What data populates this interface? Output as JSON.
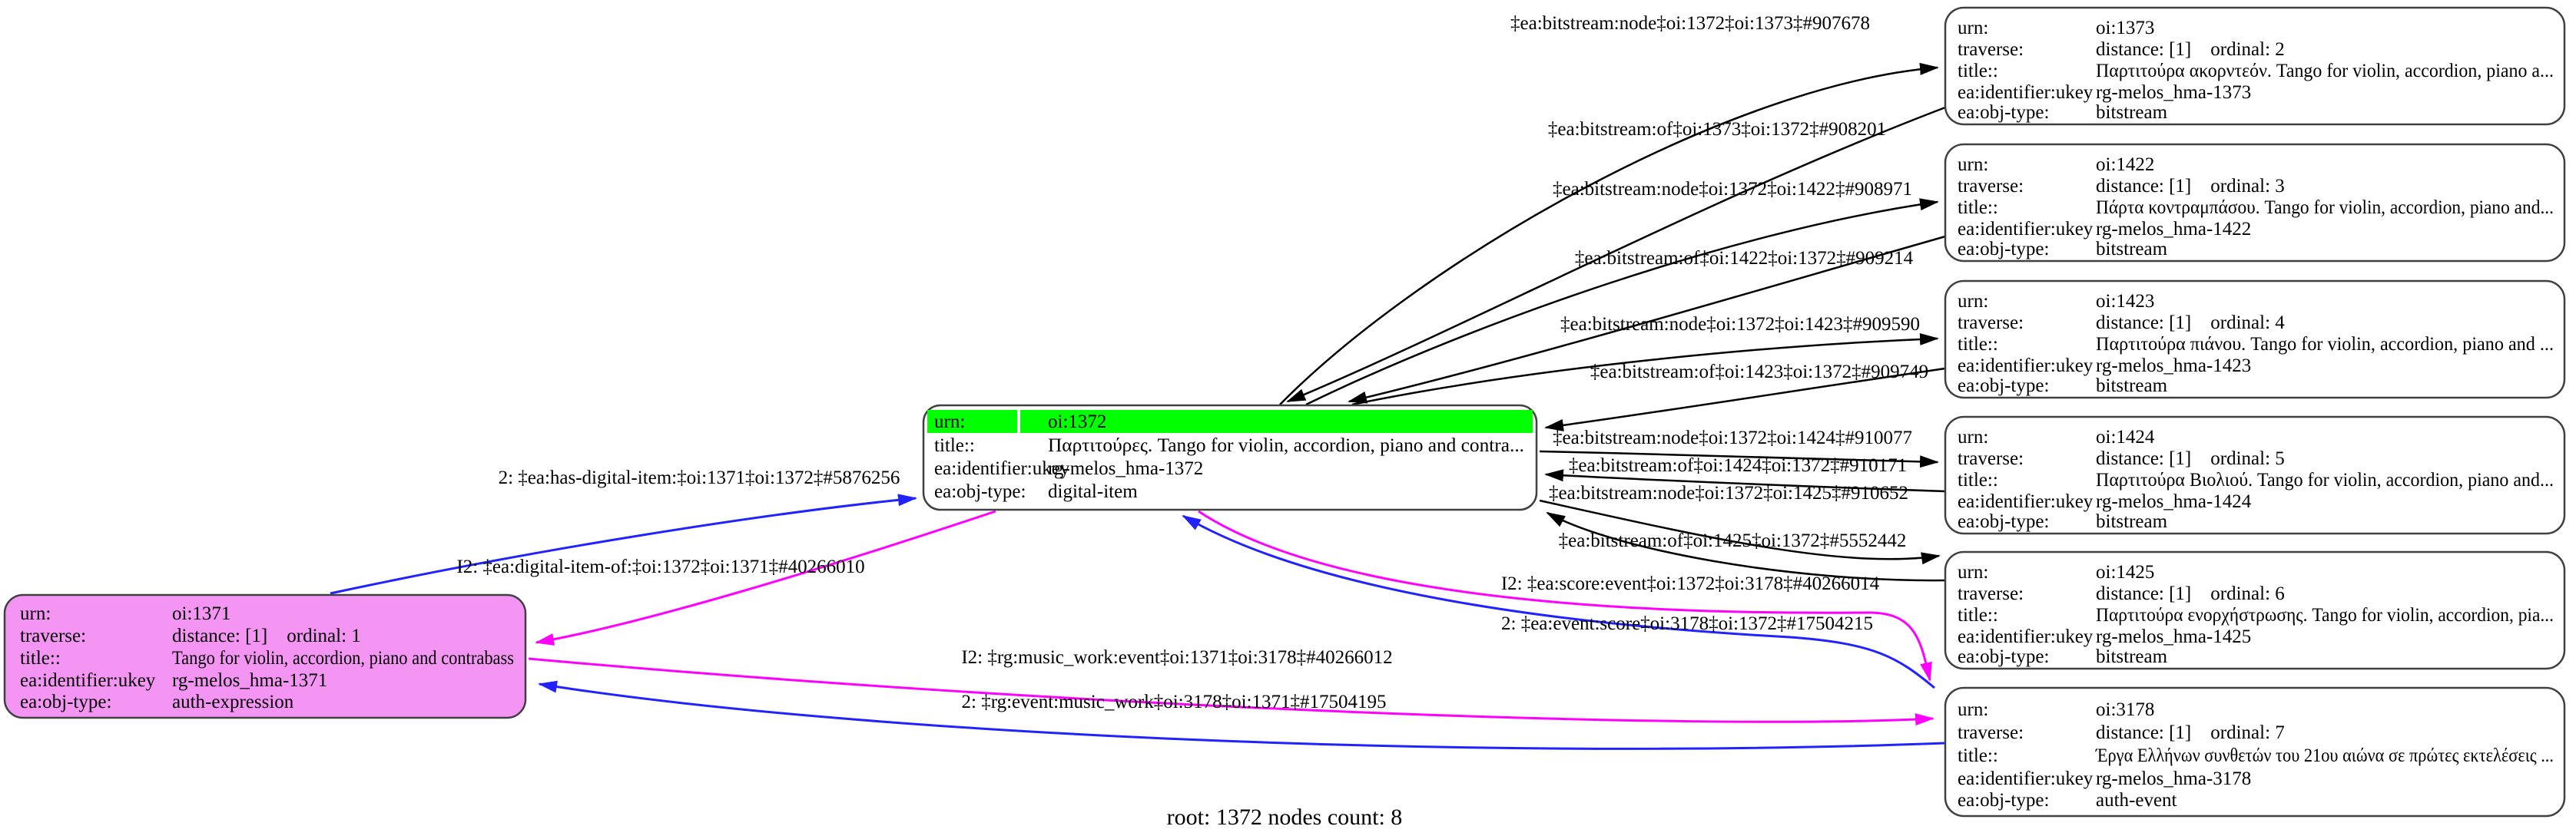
{
  "caption": "root: 1372 nodes count: 8",
  "colors": {
    "black": "#000000",
    "blue": "#2222ff",
    "magenta": "#ff00ff",
    "green": "#00ff00",
    "pink": "#f495f4",
    "white": "#ffffff",
    "border": "#404040"
  },
  "nodes": [
    {
      "id": "oi:1371",
      "fill": "#f495f4",
      "rows": [
        {
          "label": "urn:",
          "value": "oi:1371"
        },
        {
          "label": "traverse:",
          "value": "distance: [1] ordinal: 1"
        },
        {
          "label": "title::",
          "value": "Tango for violin, accordion, piano and contrabass"
        },
        {
          "label": "ea:identifier:ukey",
          "value": "rg-melos_hma-1371"
        },
        {
          "label": "ea:obj-type:",
          "value": "auth-expression"
        }
      ]
    },
    {
      "id": "oi:1372",
      "fill": "#ffffff",
      "highlight": "#00ff00",
      "rows": [
        {
          "label": "urn:",
          "value": "oi:1372"
        },
        {
          "label": "title::",
          "value": "Παρτιτούρες. Tango for violin, accordion, piano and contra..."
        },
        {
          "label": "ea:identifier:ukey",
          "value": "rg-melos_hma-1372"
        },
        {
          "label": "ea:obj-type:",
          "value": "digital-item"
        }
      ]
    },
    {
      "id": "oi:1373",
      "fill": "#ffffff",
      "rows": [
        {
          "label": "urn:",
          "value": "oi:1373"
        },
        {
          "label": "traverse:",
          "value": "distance: [1] ordinal: 2"
        },
        {
          "label": "title::",
          "value": "Παρτιτούρα ακορντεόν. Tango for violin, accordion, piano a..."
        },
        {
          "label": "ea:identifier:ukey",
          "value": "rg-melos_hma-1373"
        },
        {
          "label": "ea:obj-type:",
          "value": "bitstream"
        }
      ]
    },
    {
      "id": "oi:1422",
      "fill": "#ffffff",
      "rows": [
        {
          "label": "urn:",
          "value": "oi:1422"
        },
        {
          "label": "traverse:",
          "value": "distance: [1] ordinal: 3"
        },
        {
          "label": "title::",
          "value": "Πάρτα κοντραμπάσου. Tango for violin, accordion, piano and..."
        },
        {
          "label": "ea:identifier:ukey",
          "value": "rg-melos_hma-1422"
        },
        {
          "label": "ea:obj-type:",
          "value": "bitstream"
        }
      ]
    },
    {
      "id": "oi:1423",
      "fill": "#ffffff",
      "rows": [
        {
          "label": "urn:",
          "value": "oi:1423"
        },
        {
          "label": "traverse:",
          "value": "distance: [1] ordinal: 4"
        },
        {
          "label": "title::",
          "value": "Παρτιτούρα πιάνου. Tango for violin, accordion, piano and ..."
        },
        {
          "label": "ea:identifier:ukey",
          "value": "rg-melos_hma-1423"
        },
        {
          "label": "ea:obj-type:",
          "value": "bitstream"
        }
      ]
    },
    {
      "id": "oi:1424",
      "fill": "#ffffff",
      "rows": [
        {
          "label": "urn:",
          "value": "oi:1424"
        },
        {
          "label": "traverse:",
          "value": "distance: [1] ordinal: 5"
        },
        {
          "label": "title::",
          "value": "Παρτιτούρα Βιολιού. Tango for violin, accordion, piano and..."
        },
        {
          "label": "ea:identifier:ukey",
          "value": "rg-melos_hma-1424"
        },
        {
          "label": "ea:obj-type:",
          "value": "bitstream"
        }
      ]
    },
    {
      "id": "oi:1425",
      "fill": "#ffffff",
      "rows": [
        {
          "label": "urn:",
          "value": "oi:1425"
        },
        {
          "label": "traverse:",
          "value": "distance: [1] ordinal: 6"
        },
        {
          "label": "title::",
          "value": "Παρτιτούρα ενορχήστρωσης. Tango for violin, accordion, pia..."
        },
        {
          "label": "ea:identifier:ukey",
          "value": "rg-melos_hma-1425"
        },
        {
          "label": "ea:obj-type:",
          "value": "bitstream"
        }
      ]
    },
    {
      "id": "oi:3178",
      "fill": "#ffffff",
      "rows": [
        {
          "label": "urn:",
          "value": "oi:3178"
        },
        {
          "label": "traverse:",
          "value": "distance: [1] ordinal: 7"
        },
        {
          "label": "title::",
          "value": "Έργα Ελλήνων συνθετών του 21ου αιώνα σε πρώτες εκτελέσεις ..."
        },
        {
          "label": "ea:identifier:ukey",
          "value": "rg-melos_hma-3178"
        },
        {
          "label": "ea:obj-type:",
          "value": "auth-event"
        }
      ]
    }
  ],
  "edges": [
    {
      "label": "‡ea:bitstream:node‡oi:1372‡oi:1373‡#907678",
      "color": "#000000"
    },
    {
      "label": "‡ea:bitstream:of‡oi:1373‡oi:1372‡#908201",
      "color": "#000000"
    },
    {
      "label": "‡ea:bitstream:node‡oi:1372‡oi:1422‡#908971",
      "color": "#000000"
    },
    {
      "label": "‡ea:bitstream:of‡oi:1422‡oi:1372‡#909214",
      "color": "#000000"
    },
    {
      "label": "‡ea:bitstream:node‡oi:1372‡oi:1423‡#909590",
      "color": "#000000"
    },
    {
      "label": "‡ea:bitstream:of‡oi:1423‡oi:1372‡#909749",
      "color": "#000000"
    },
    {
      "label": "‡ea:bitstream:node‡oi:1372‡oi:1424‡#910077",
      "color": "#000000"
    },
    {
      "label": "‡ea:bitstream:of‡oi:1424‡oi:1372‡#910171",
      "color": "#000000"
    },
    {
      "label": "‡ea:bitstream:node‡oi:1372‡oi:1425‡#910652",
      "color": "#000000"
    },
    {
      "label": "‡ea:bitstream:of‡oi:1425‡oi:1372‡#5552442",
      "color": "#000000"
    },
    {
      "label": "I2: ‡ea:score:event‡oi:1372‡oi:3178‡#40266014",
      "color": "#ff00ff"
    },
    {
      "label": "2: ‡ea:event:score‡oi:3178‡oi:1372‡#17504215",
      "color": "#2222ff"
    },
    {
      "label": "2: ‡ea:has-digital-item:‡oi:1371‡oi:1372‡#5876256",
      "color": "#2222ff"
    },
    {
      "label": "I2: ‡ea:digital-item-of:‡oi:1372‡oi:1371‡#40266010",
      "color": "#ff00ff"
    },
    {
      "label": "I2: ‡rg:music_work:event‡oi:1371‡oi:3178‡#40266012",
      "color": "#ff00ff"
    },
    {
      "label": "2: ‡rg:event:music_work‡oi:3178‡oi:1371‡#17504195",
      "color": "#2222ff"
    }
  ]
}
